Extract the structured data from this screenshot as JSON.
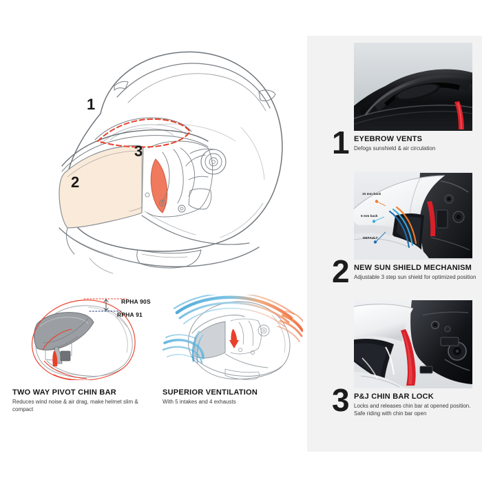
{
  "hero": {
    "callouts": [
      {
        "id": "1",
        "label": "1"
      },
      {
        "id": "2",
        "label": "2"
      },
      {
        "id": "3",
        "label": "3"
      }
    ]
  },
  "diagrams": {
    "chin_bar": {
      "labels": [
        {
          "text": "RPHA 90S",
          "color": "#e8402a"
        },
        {
          "text": "RPHA 91",
          "color": "#1b3a7a"
        }
      ],
      "caption_title": "TWO WAY PIVOT CHIN BAR",
      "caption_desc": "Reduces wind noise & air drag, make helmet slim & compact"
    },
    "ventilation": {
      "caption_title": "SUPERIOR VENTILATION",
      "caption_desc": "With 5 intakes and 4 exhausts"
    }
  },
  "features": [
    {
      "number": "1",
      "title": "EYEBROW VENTS",
      "desc": "Defogs sunshield & air circulation",
      "photo_name": "eyebrow-vents-photo"
    },
    {
      "number": "2",
      "title": "NEW SUN SHIELD MECHANISM",
      "desc": "Adjustable 3 step sun shield for optimized position",
      "photo_name": "sun-shield-photo",
      "overlay_labels": [
        {
          "text": "10 mm back",
          "color": "#ef7c2a"
        },
        {
          "text": "5 mm back",
          "color": "#3aa8dc"
        },
        {
          "text": "DEFAULT",
          "color": "#1f6fb2"
        }
      ]
    },
    {
      "number": "3",
      "title": "P&J CHIN BAR LOCK",
      "desc": "Locks and releases chin bar at opened position. Safe riding with chin bar open",
      "photo_name": "chin-bar-lock-photo"
    }
  ],
  "colors": {
    "accent_red": "#e8402a",
    "panel_bg": "#f2f2f2",
    "ink": "#161616",
    "line": "#6b7076",
    "visor_tint": "#faead9",
    "airflow_cool": "#3fa3d6",
    "airflow_warm": "#ef6a3a"
  }
}
